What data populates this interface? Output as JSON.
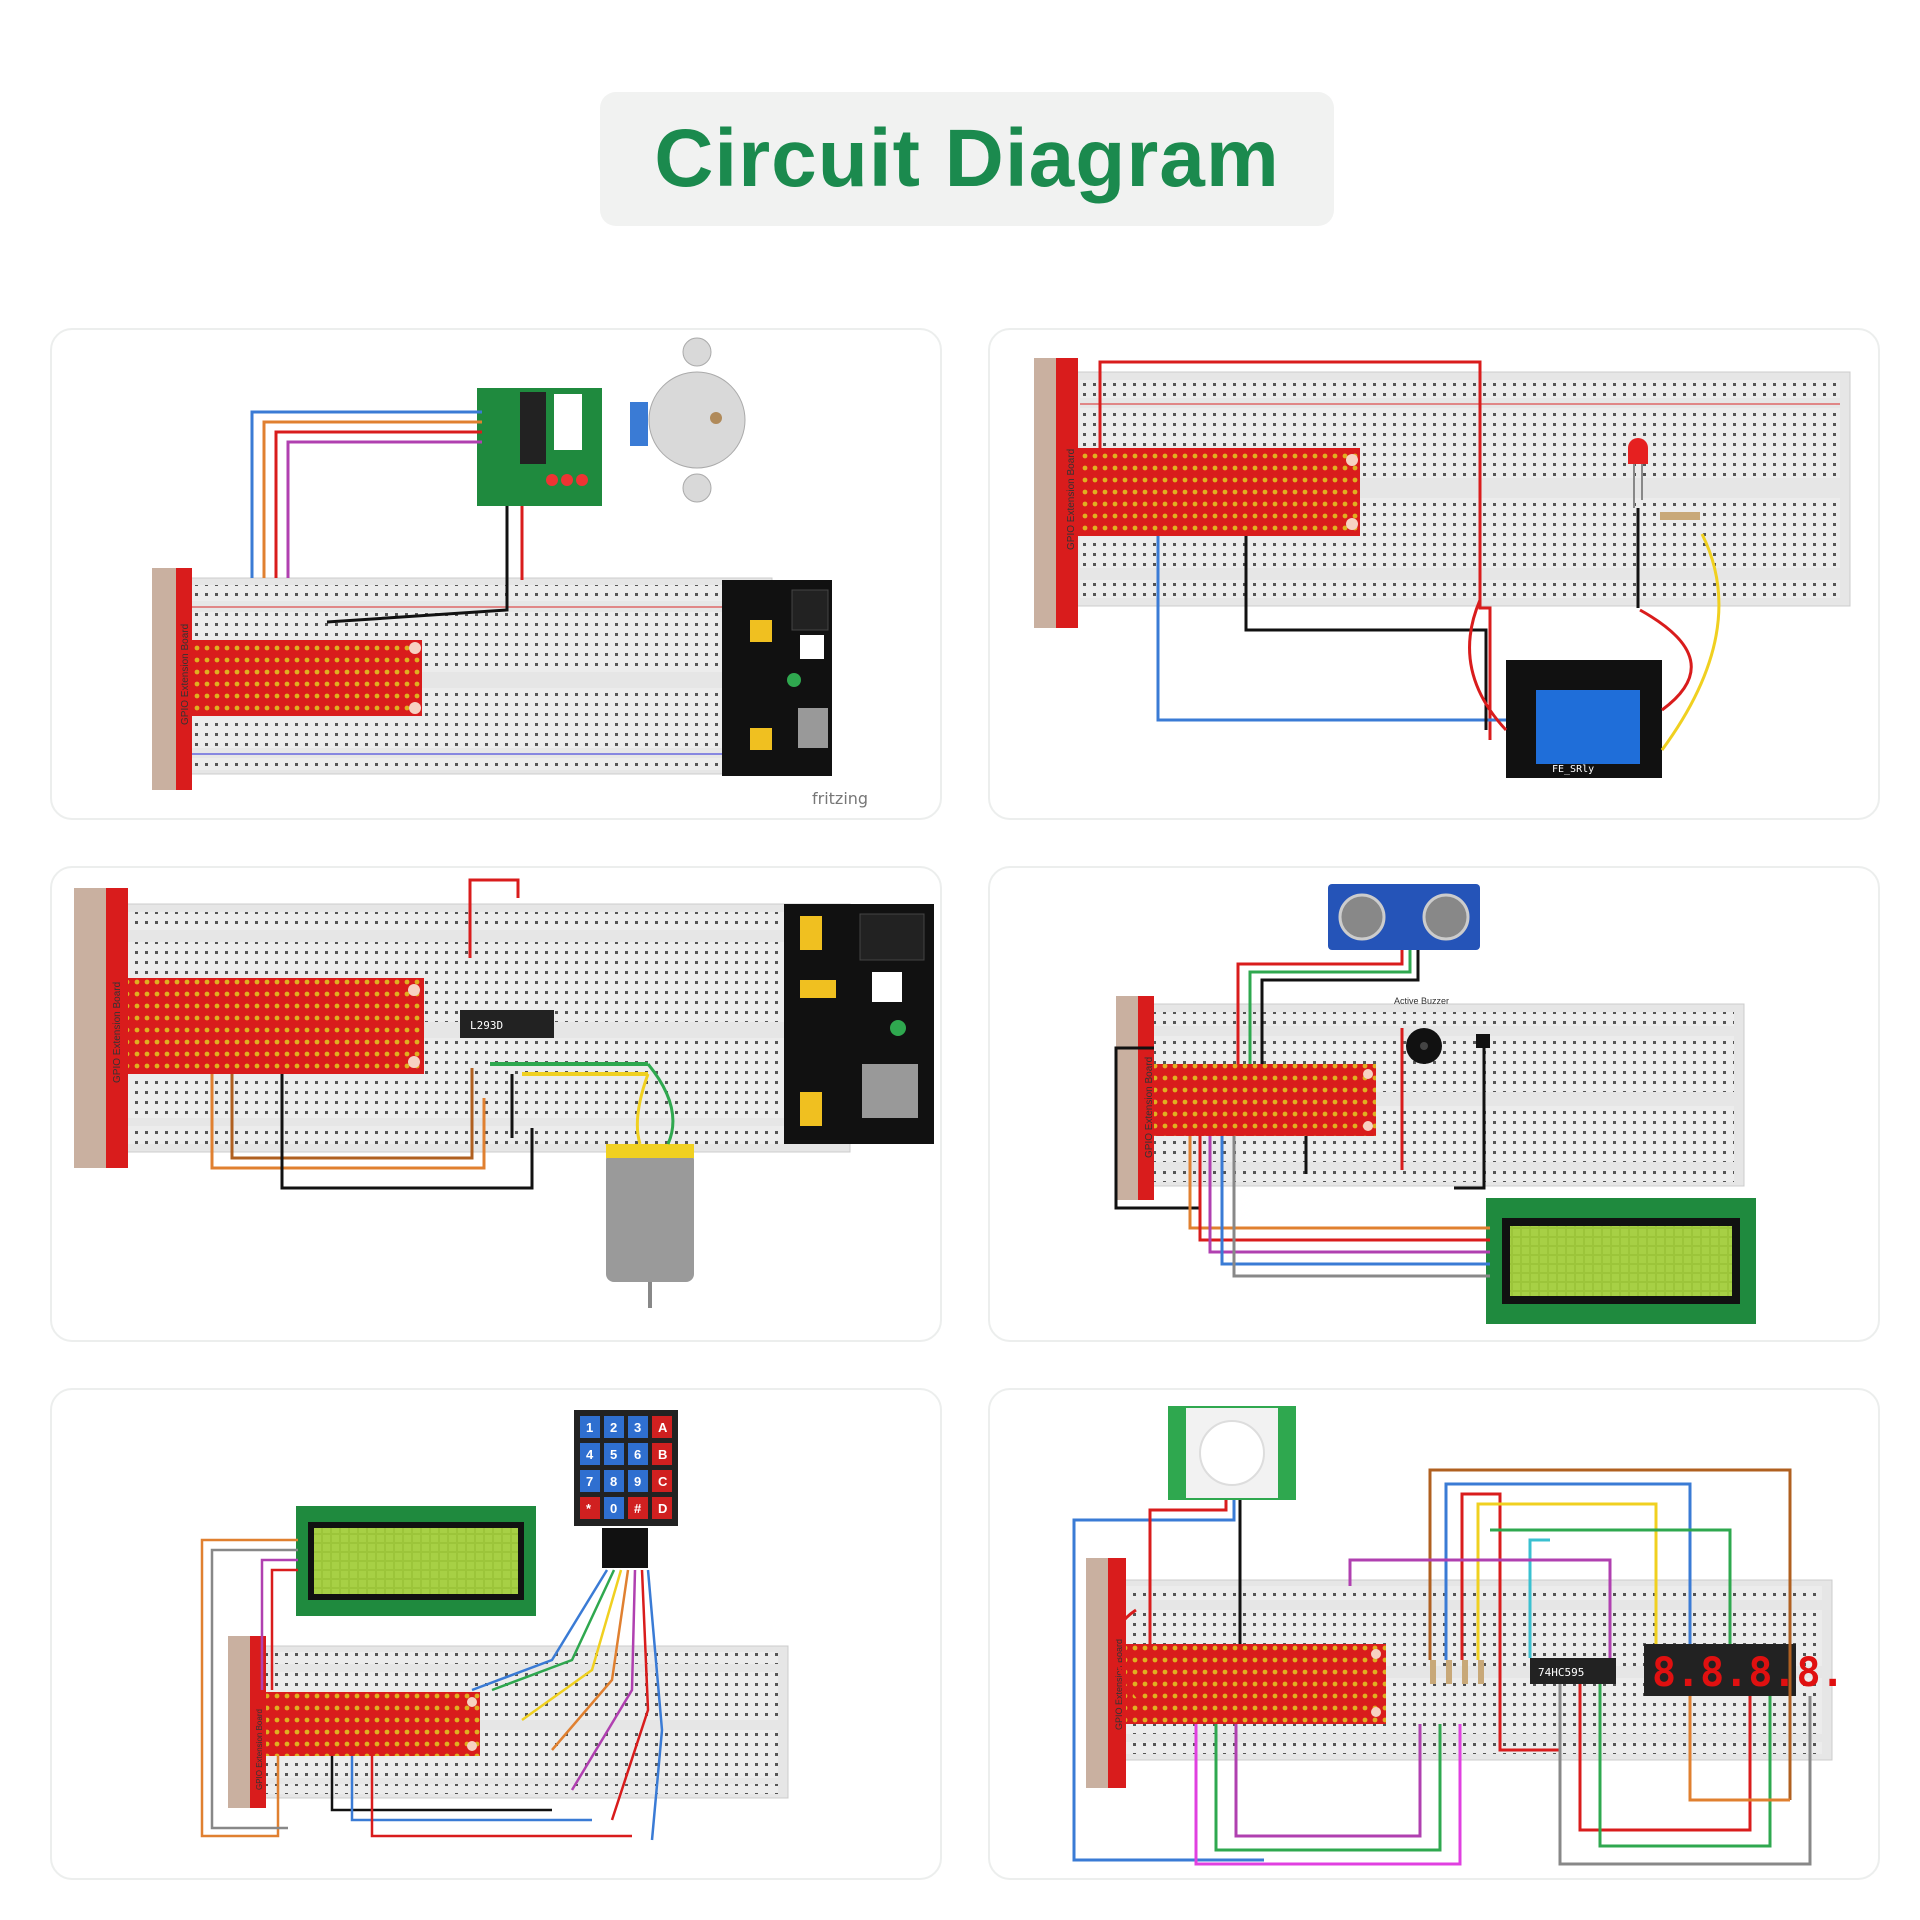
{
  "title": "Circuit Diagram",
  "panels": [
    {
      "watermark": "fritzing",
      "board_label": "GPIO Extension Board"
    },
    {
      "board_label": "GPIO Extension Board",
      "relay_label": "FE_SRly"
    },
    {
      "board_label": "GPIO Extension Board",
      "chip_label": "L293D"
    },
    {
      "board_label": "GPIO Extension Board",
      "buzzer_label": "Active Buzzer"
    },
    {
      "board_label": "GPIO Extension Board",
      "keypad_keys": [
        "1",
        "2",
        "3",
        "A",
        "4",
        "5",
        "6",
        "B",
        "7",
        "8",
        "9",
        "C",
        "*",
        "0",
        "#",
        "D"
      ]
    },
    {
      "board_label": "GPIO Extension Board",
      "chip_label": "74HC595",
      "display_digits": "8.8.8.8."
    }
  ],
  "colors": {
    "title": "#1b8a4e",
    "board": "#d91c1c",
    "breadboard": "#ececec"
  }
}
